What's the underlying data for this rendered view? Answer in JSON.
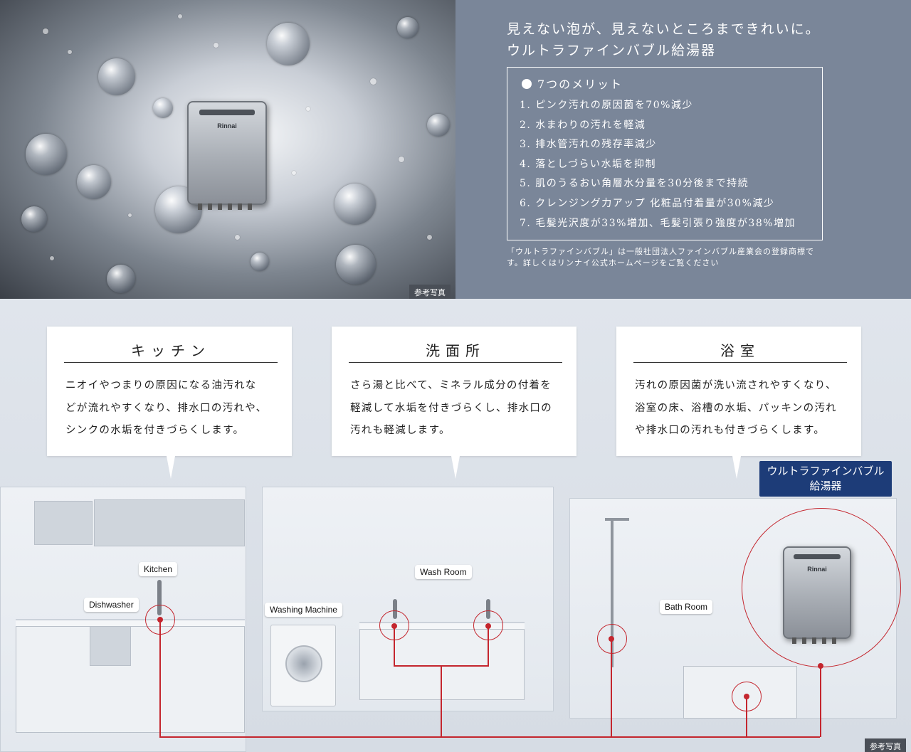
{
  "top": {
    "headline_line1": "見えない泡が、見えないところまできれいに。",
    "headline_line2": "ウルトラファインバブル給湯器",
    "merits_title": "7つのメリット",
    "merits": [
      "1. ピンク汚れの原因菌を70%減少",
      "2. 水まわりの汚れを軽減",
      "3. 排水管汚れの残存率減少",
      "4. 落としづらい水垢を抑制",
      "5. 肌のうるおい角層水分量を30分後まで持続",
      "6. クレンジング力アップ 化粧品付着量が30%減少",
      "7. 毛髪光沢度が33%増加、毛髪引張り強度が38%増加"
    ],
    "note_line1": "「ウルトラファインバブル」は一般社団法人ファインバブル産業会の登録商標で",
    "note_line2": "す。詳しくはリンナイ公式ホームページをご覧ください",
    "photo_tag": "参考写真",
    "heater_logo": "Rinnai"
  },
  "cards": [
    {
      "title": "キッチン",
      "body": [
        "ニオイやつまりの原因になる油汚れな",
        "どが流れやすくなり、排水口の汚れや、",
        "シンクの水垢を付きづらくします。"
      ]
    },
    {
      "title": "洗面所",
      "body": [
        "さら湯と比べて、ミネラル成分の付着を",
        "軽減して水垢を付きづらくし、排水口の",
        "汚れも軽減します。"
      ]
    },
    {
      "title": "浴室",
      "body": [
        "汚れの原因菌が洗い流されやすくなり、",
        "浴室の床、浴槽の水垢、パッキンの汚れ",
        "や排水口の汚れも付きづらくします。"
      ]
    }
  ],
  "badge": {
    "line1": "ウルトラファインバブル",
    "line2": "給湯器"
  },
  "labels": {
    "kitchen": "Kitchen",
    "dishwasher": "Dishwasher",
    "washing_machine": "Washing Machine",
    "wash_room": "Wash Room",
    "bath_room": "Bath Room"
  },
  "bottom_tag": "参考写真",
  "colors": {
    "accent_red": "#c4262e",
    "badge_navy": "#1d3c78",
    "top_panel": "#7a8699"
  }
}
